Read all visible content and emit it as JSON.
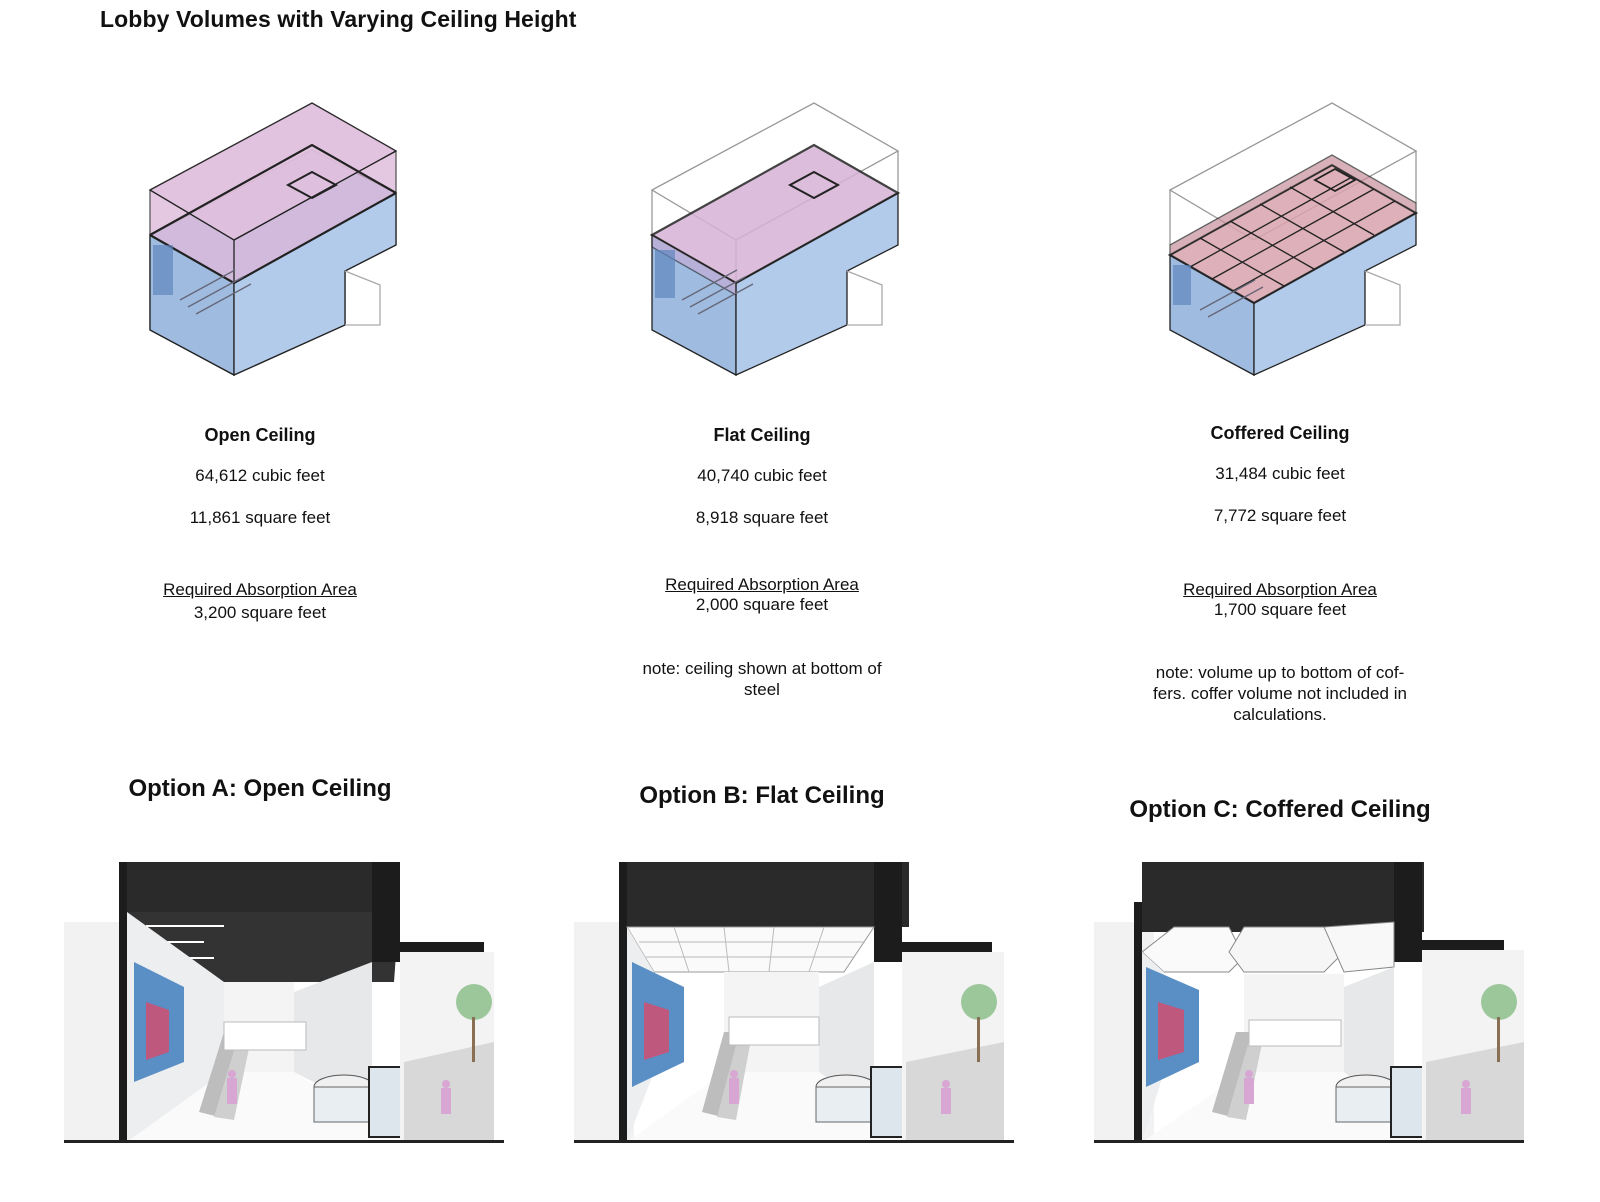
{
  "title": "Lobby Volumes with Varying Ceiling Height",
  "options": [
    {
      "name": "Open Ceiling",
      "volume": "64,612 cubic feet",
      "area": "11,861 square feet",
      "absorption_label": "Required Absorption Area",
      "absorption_value": "3,200 square feet",
      "note_line1": "",
      "note_line2": "",
      "note_line3": "",
      "option_title": "Option A: Open Ceiling"
    },
    {
      "name": "Flat Ceiling",
      "volume": "40,740 cubic feet",
      "area": "8,918 square feet",
      "absorption_label": "Required Absorption Area",
      "absorption_value": "2,000 square feet",
      "note_line1": "note: ceiling shown at bottom of",
      "note_line2": "steel",
      "note_line3": "",
      "option_title": "Option B: Flat Ceiling"
    },
    {
      "name": "Coffered Ceiling",
      "volume": "31,484 cubic feet",
      "area": "7,772 square feet",
      "absorption_label": "Required Absorption Area",
      "absorption_value": "1,700 square feet",
      "note_line1": "note: volume up to bottom of cof-",
      "note_line2": "fers. coffer volume not included in",
      "note_line3": "calculations.",
      "option_title": "Option C: Coffered Ceiling"
    }
  ],
  "colors": {
    "volume_blue": "#a9c4e6",
    "volume_pink": "#dcb6d8",
    "coffer_pink": "#d9a3ad",
    "steel_dark": "#2a2a2a",
    "figure_pink": "#d7a6d3"
  }
}
